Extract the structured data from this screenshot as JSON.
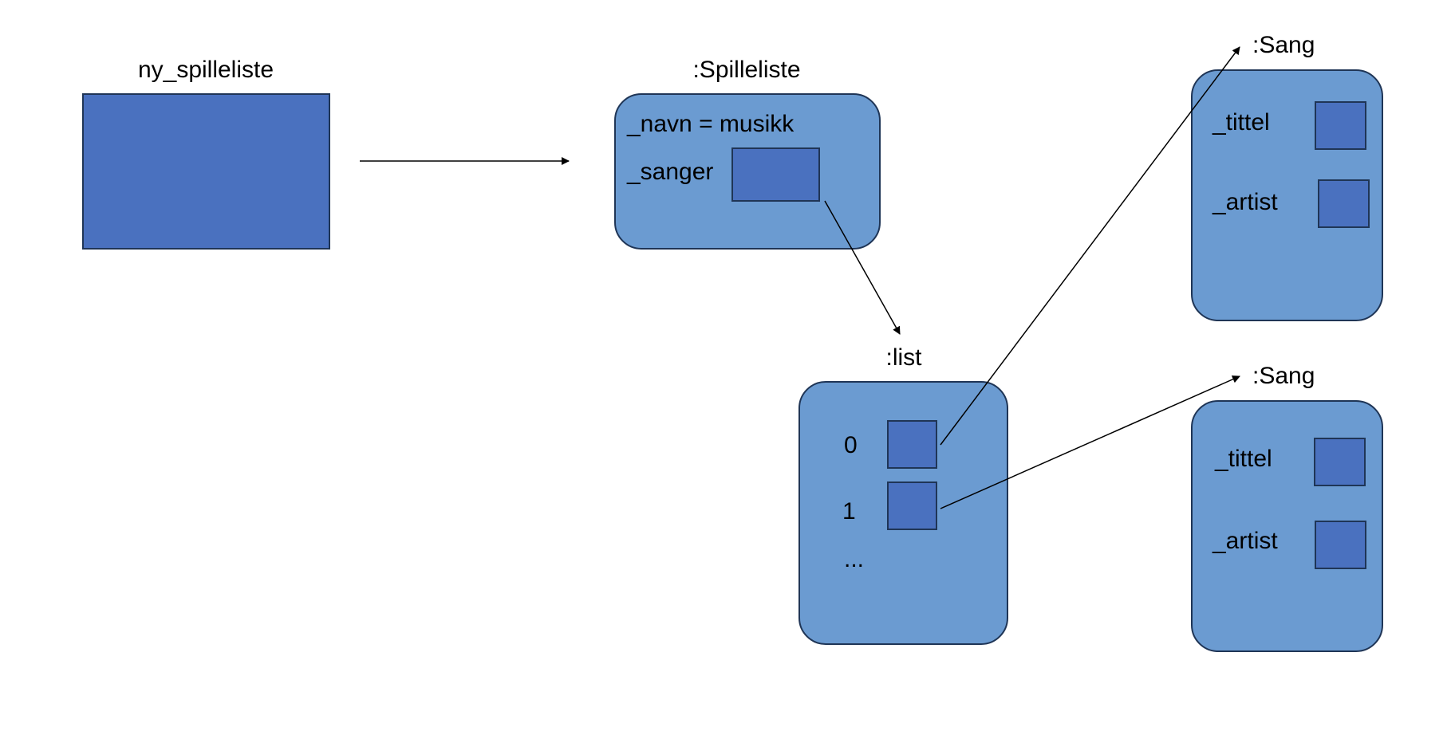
{
  "colors": {
    "object_fill": "#6b9bd1",
    "reference_fill": "#4a71bf",
    "border": "#1f3556",
    "arrow": "#000000"
  },
  "variable": {
    "name": "ny_spilleliste"
  },
  "spilleliste": {
    "title": ":Spilleliste",
    "navn_attr": "_navn = musikk",
    "sanger_attr": "_sanger"
  },
  "list": {
    "title": ":list",
    "index_0": "0",
    "index_1": "1",
    "more": "..."
  },
  "sang_1": {
    "title": ":Sang",
    "tittel_attr": "_tittel",
    "artist_attr": "_artist"
  },
  "sang_2": {
    "title": ":Sang",
    "tittel_attr": "_tittel",
    "artist_attr": "_artist"
  }
}
